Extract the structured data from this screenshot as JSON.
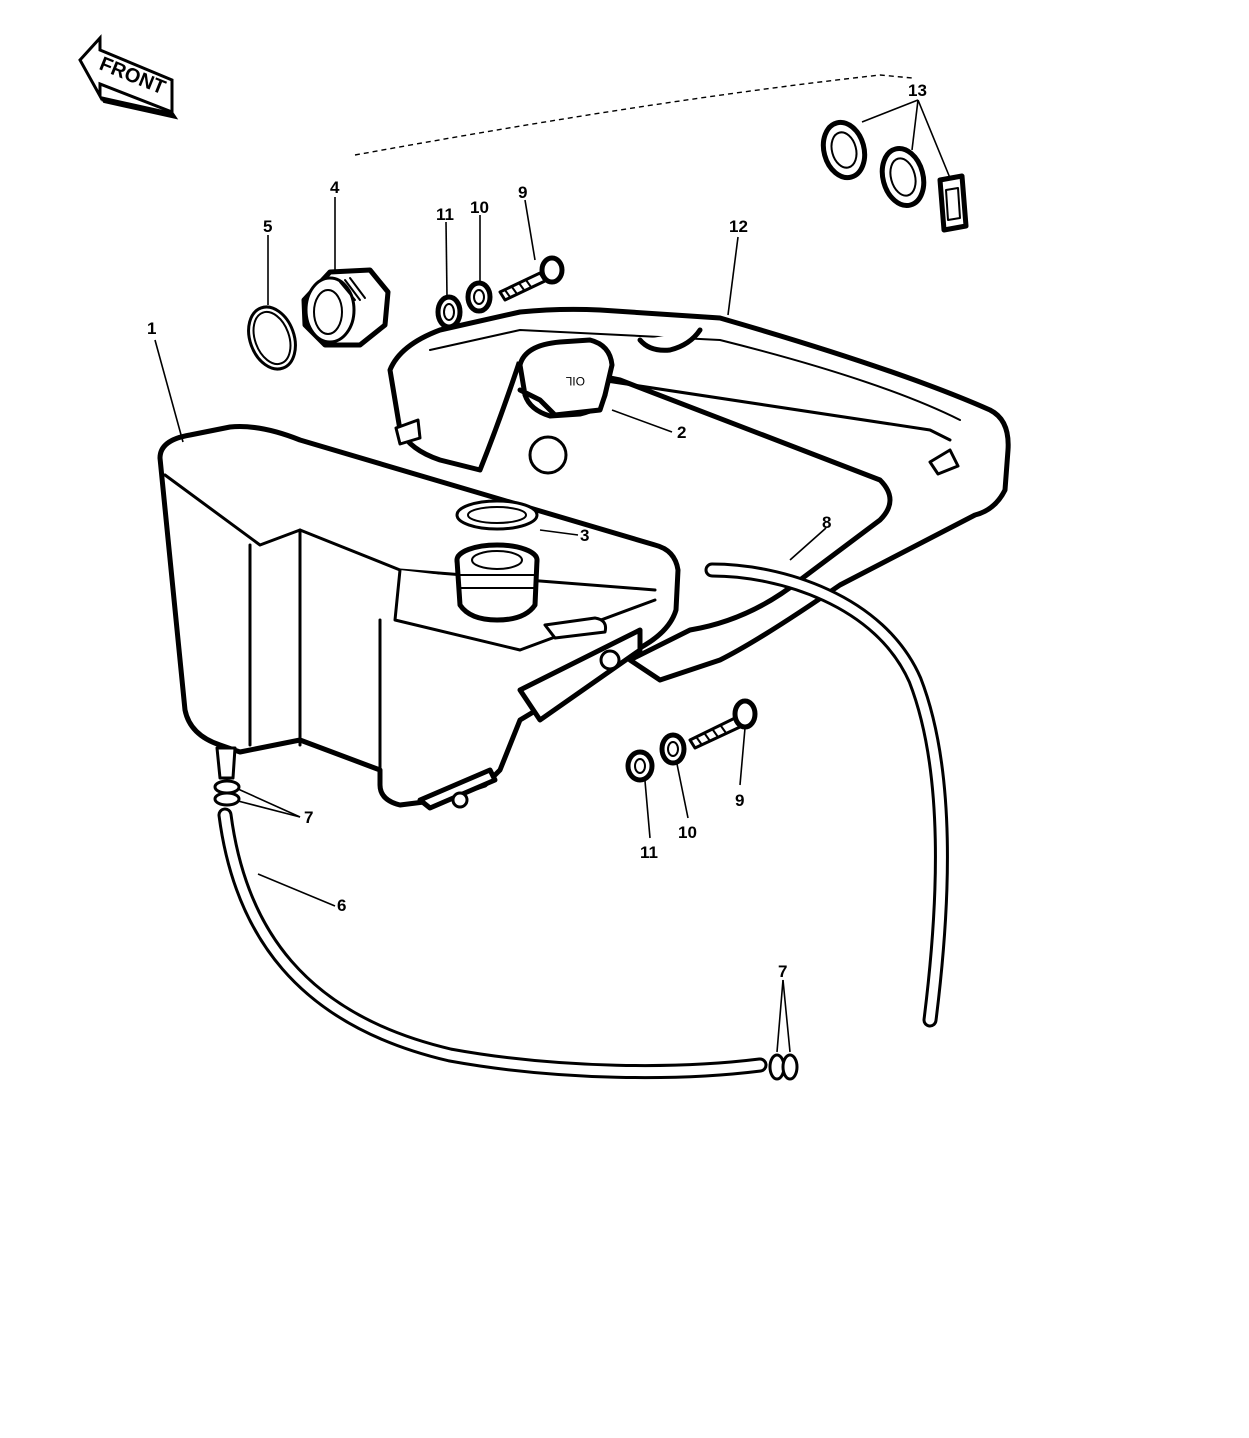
{
  "front_arrow": {
    "label": "FRONT"
  },
  "parts": {
    "p1": "1",
    "p2": "2",
    "p3": "3",
    "p4": "4",
    "p5": "5",
    "p6": "6",
    "p7a": "7",
    "p7b": "7",
    "p8": "8",
    "p9a": "9",
    "p9b": "9",
    "p10a": "10",
    "p10b": "10",
    "p11a": "11",
    "p11b": "11",
    "p12": "12",
    "p13": "13"
  },
  "cap_text": "OIL"
}
